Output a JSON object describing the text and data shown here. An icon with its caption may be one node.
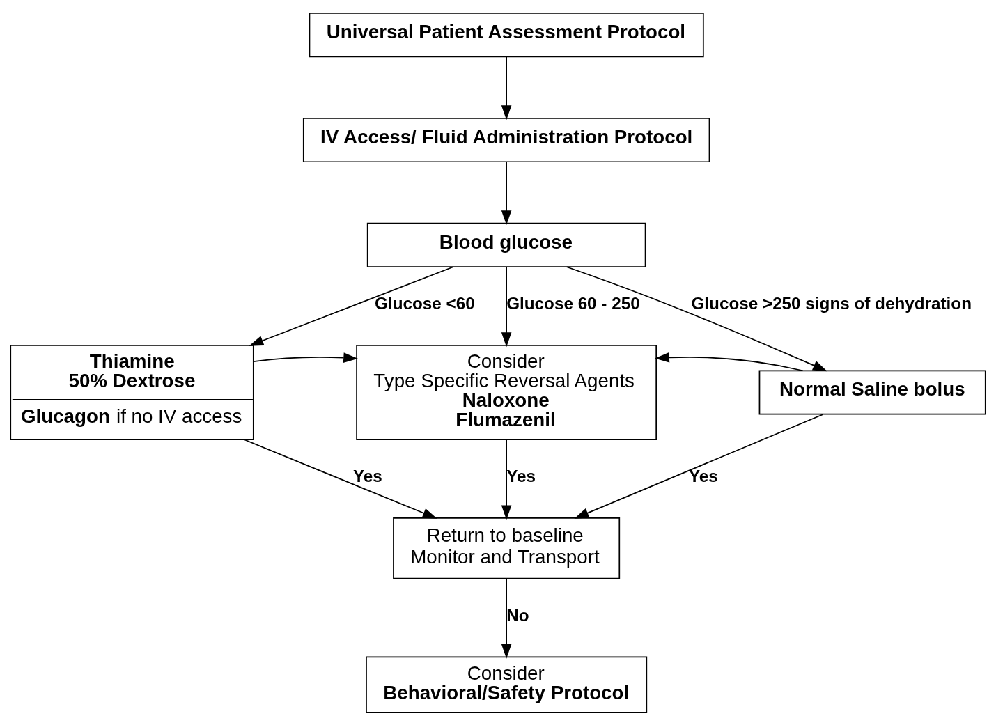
{
  "diagram": {
    "nodes": [
      {
        "text": [
          "Universal Patient Assessment Protocol"
        ]
      },
      {
        "text": [
          "IV Access/ Fluid Administration Protocol"
        ]
      },
      {
        "text": [
          "Blood glucose"
        ]
      },
      {
        "text": [
          "**Thiamine** **50% Dextrose**",
          "**Glucagon** if no IV access"
        ]
      },
      {
        "text": [
          "Consider",
          "Type Specific Reversal Agents",
          "**Naloxone**",
          "**Flumazenil**"
        ]
      },
      {
        "text": [
          "Normal Saline bolus"
        ]
      },
      {
        "text": [
          "Return to baseline",
          "Monitor and Transport"
        ]
      },
      {
        "text": [
          "Consider",
          "**Behavioral/Safety Protocol**"
        ]
      }
    ],
    "edges": [
      {
        "from": 0,
        "to": 1,
        "arrow": "to"
      },
      {
        "from": 1,
        "to": 2,
        "arrow": "to"
      },
      {
        "from": 2,
        "to": 3,
        "arrow": "to",
        "label": "Glucose <60"
      },
      {
        "from": 2,
        "to": 4,
        "arrow": "to",
        "label": "Glucose 60 - 250"
      },
      {
        "from": 2,
        "to": 5,
        "arrow": "to",
        "label": "Glucose >250 signs of dehydration"
      },
      {
        "from": 3,
        "to": 4,
        "arrow": "to"
      },
      {
        "from": 5,
        "to": 4,
        "arrow": "to"
      },
      {
        "from": 4,
        "to": 6,
        "arrow": "to",
        "label": "Yes"
      },
      {
        "from": 3,
        "to": 6,
        "arrow": "to",
        "label": "Yes"
      },
      {
        "from": 5,
        "to": 6,
        "arrow": "to",
        "label": "Yes"
      },
      {
        "from": 6,
        "to": 7,
        "arrow": "to",
        "label": "No"
      }
    ]
  }
}
